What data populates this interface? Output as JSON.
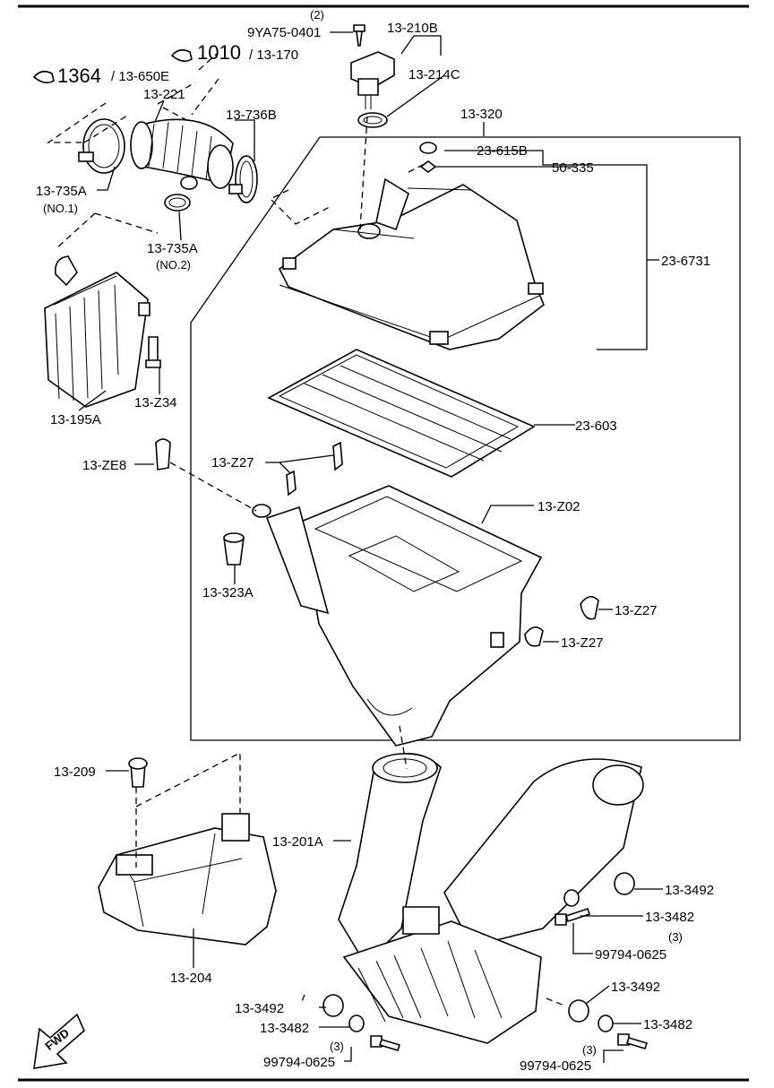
{
  "labels": {
    "p_9ya75_qty": "(2)",
    "p_9ya75": "9YA75-0401",
    "p_13_210b": "13-210B",
    "p_13_214c": "13-214C",
    "ref_1010": "1010",
    "p_13_170": "/ 13-170",
    "ref_1364": "1364",
    "p_13_650e": "/ 13-650E",
    "p_13_221": "13-221",
    "p_13_736b": "13-736B",
    "p_13_320": "13-320",
    "p_23_615b": "23-615B",
    "p_50_335": "50-335",
    "p_23_6731": "23-6731",
    "p_13_735a_1": "13-735A",
    "p_no1": "(NO.1)",
    "p_13_735a_2": "13-735A",
    "p_no2": "(NO.2)",
    "p_13_z34": "13-Z34",
    "p_13_195a": "13-195A",
    "p_23_603": "23-603",
    "p_13_ze8": "13-ZE8",
    "p_13_z27_a": "13-Z27",
    "p_13_z02": "13-Z02",
    "p_13_323a": "13-323A",
    "p_13_z27_b": "13-Z27",
    "p_13_z27_c": "13-Z27",
    "p_13_209": "13-209",
    "p_13_201a": "13-201A",
    "p_13_204": "13-204",
    "p_13_3492_a": "13-3492",
    "p_13_3482_a": "13-3482",
    "p_99794_qty_a": "(3)",
    "p_99794_a": "99794-0625",
    "p_13_3492_b": "13-3492",
    "p_13_3482_b": "13-3482",
    "p_99794_qty_b": "(3)",
    "p_99794_b": "99794-0625",
    "p_13_3492_c": "13-3492",
    "p_13_3482_c": "13-3482",
    "p_99794_qty_c": "(3)",
    "p_99794_c": "99794-0625",
    "fwd": "FWD"
  }
}
